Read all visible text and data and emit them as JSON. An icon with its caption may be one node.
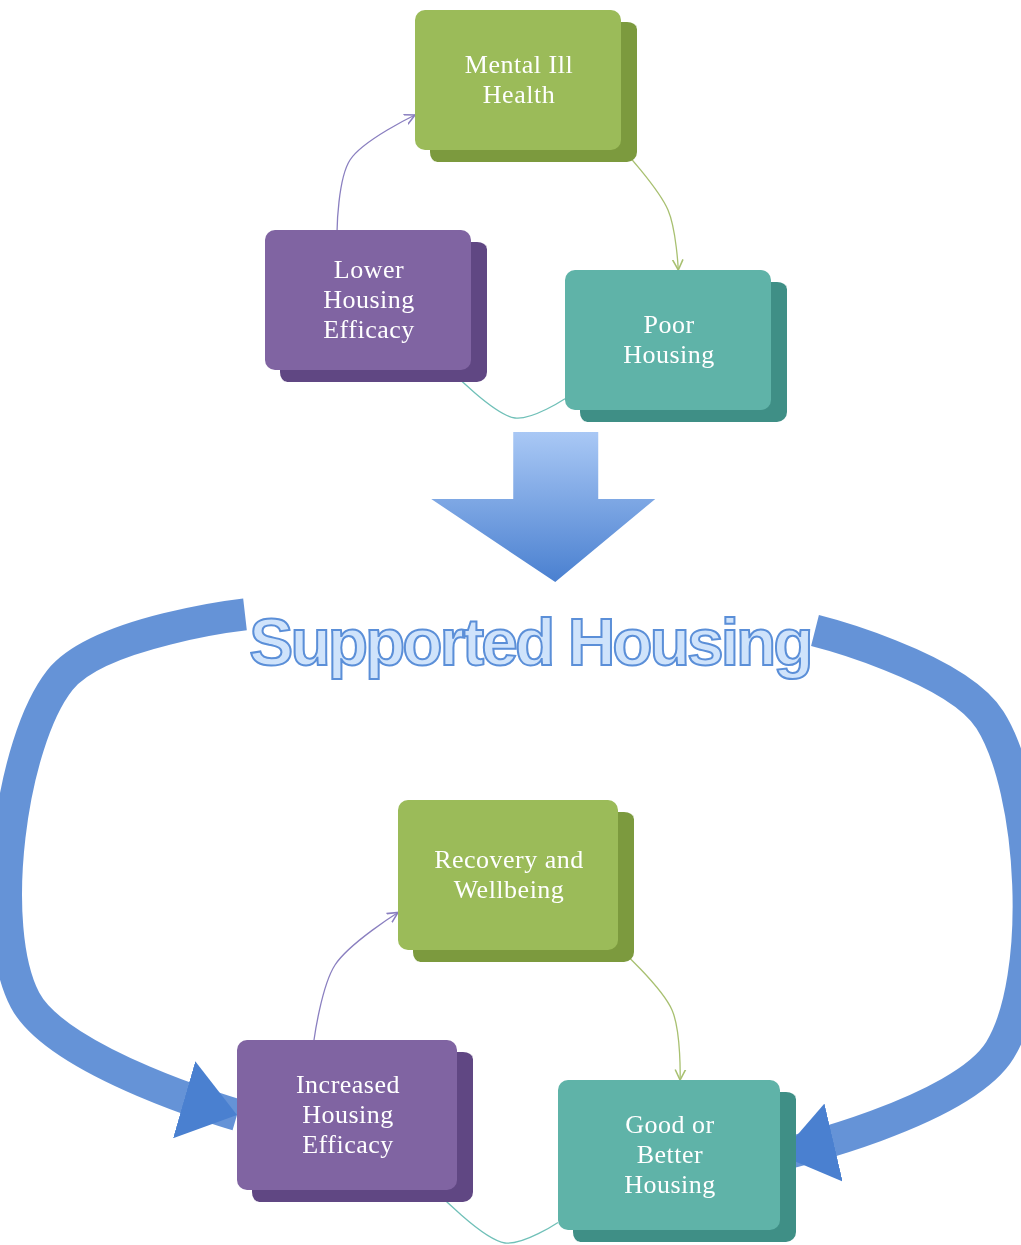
{
  "diagram": {
    "nodes": [
      {
        "text": [
          "Mental Ill Health"
        ]
      },
      {
        "text": [
          "Poor Housing"
        ]
      },
      {
        "text": [
          "Lower Housing Efficacy"
        ]
      },
      {
        "text": [
          "Supported Housing"
        ]
      },
      {
        "text": [
          "Recovery and Wellbeing"
        ]
      },
      {
        "text": [
          "Good or Better Housing"
        ]
      },
      {
        "text": [
          "Increased Housing Efficacy"
        ]
      }
    ],
    "edges": [
      {
        "from": 2,
        "to": 0,
        "arrow": "to",
        "color": "#8a7fc0"
      },
      {
        "from": 0,
        "to": 1,
        "arrow": "to",
        "color": "#a8c070"
      },
      {
        "from": 1,
        "to": 2,
        "arrow": "to",
        "color": "#70c0b8"
      },
      {
        "from": null,
        "to": 3,
        "arrow": "to",
        "style": "thick",
        "color": "#5b8fd8"
      },
      {
        "from": 3,
        "to": 6,
        "arrow": "to",
        "style": "thick",
        "color": "#4a80d0"
      },
      {
        "from": 3,
        "to": 5,
        "arrow": "to",
        "style": "thick",
        "color": "#4a80d0"
      },
      {
        "from": 6,
        "to": 4,
        "arrow": "to",
        "color": "#8a7fc0"
      },
      {
        "from": 4,
        "to": 5,
        "arrow": "to",
        "color": "#a8c070"
      },
      {
        "from": 5,
        "to": 6,
        "arrow": "to",
        "color": "#70c0b8"
      }
    ]
  }
}
